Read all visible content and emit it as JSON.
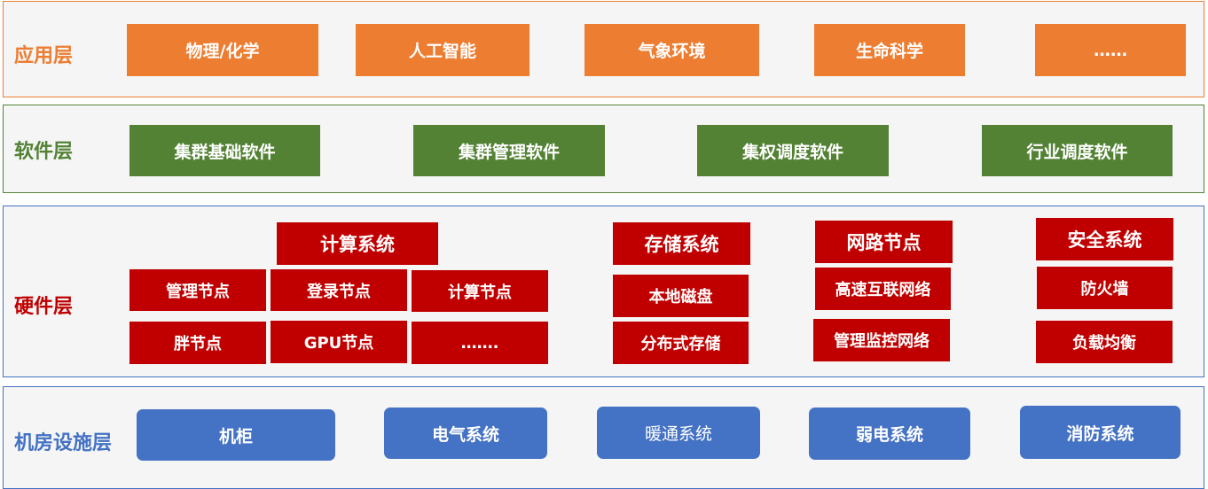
{
  "layers": {
    "application": {
      "title": "应用层",
      "items": [
        "物理/化学",
        "人工智能",
        "气象环境",
        "生命科学",
        "……"
      ]
    },
    "software": {
      "title": "软件层",
      "items": [
        "集群基础软件",
        "集群管理软件",
        "集权调度软件",
        "行业调度软件"
      ]
    },
    "hardware": {
      "title": "硬件层",
      "compute": {
        "head": "计算系统",
        "items": [
          "管理节点",
          "登录节点",
          "计算节点",
          "胖节点",
          "GPU节点",
          "……."
        ]
      },
      "storage": {
        "head": "存储系统",
        "items": [
          "本地磁盘",
          "分布式存储"
        ]
      },
      "network": {
        "head": "网路节点",
        "items": [
          "高速互联网络",
          "管理监控网络"
        ]
      },
      "security": {
        "head": "安全系统",
        "items": [
          "防火墙",
          "负载均衡"
        ]
      }
    },
    "facility": {
      "title": "机房设施层",
      "items": [
        "机柜",
        "电气系统",
        "暖通系统",
        "弱电系统",
        "消防系统"
      ]
    }
  },
  "colors": {
    "application": "#ed7d31",
    "software": "#548235",
    "hardware": "#c00000",
    "facility": "#4472c4"
  }
}
